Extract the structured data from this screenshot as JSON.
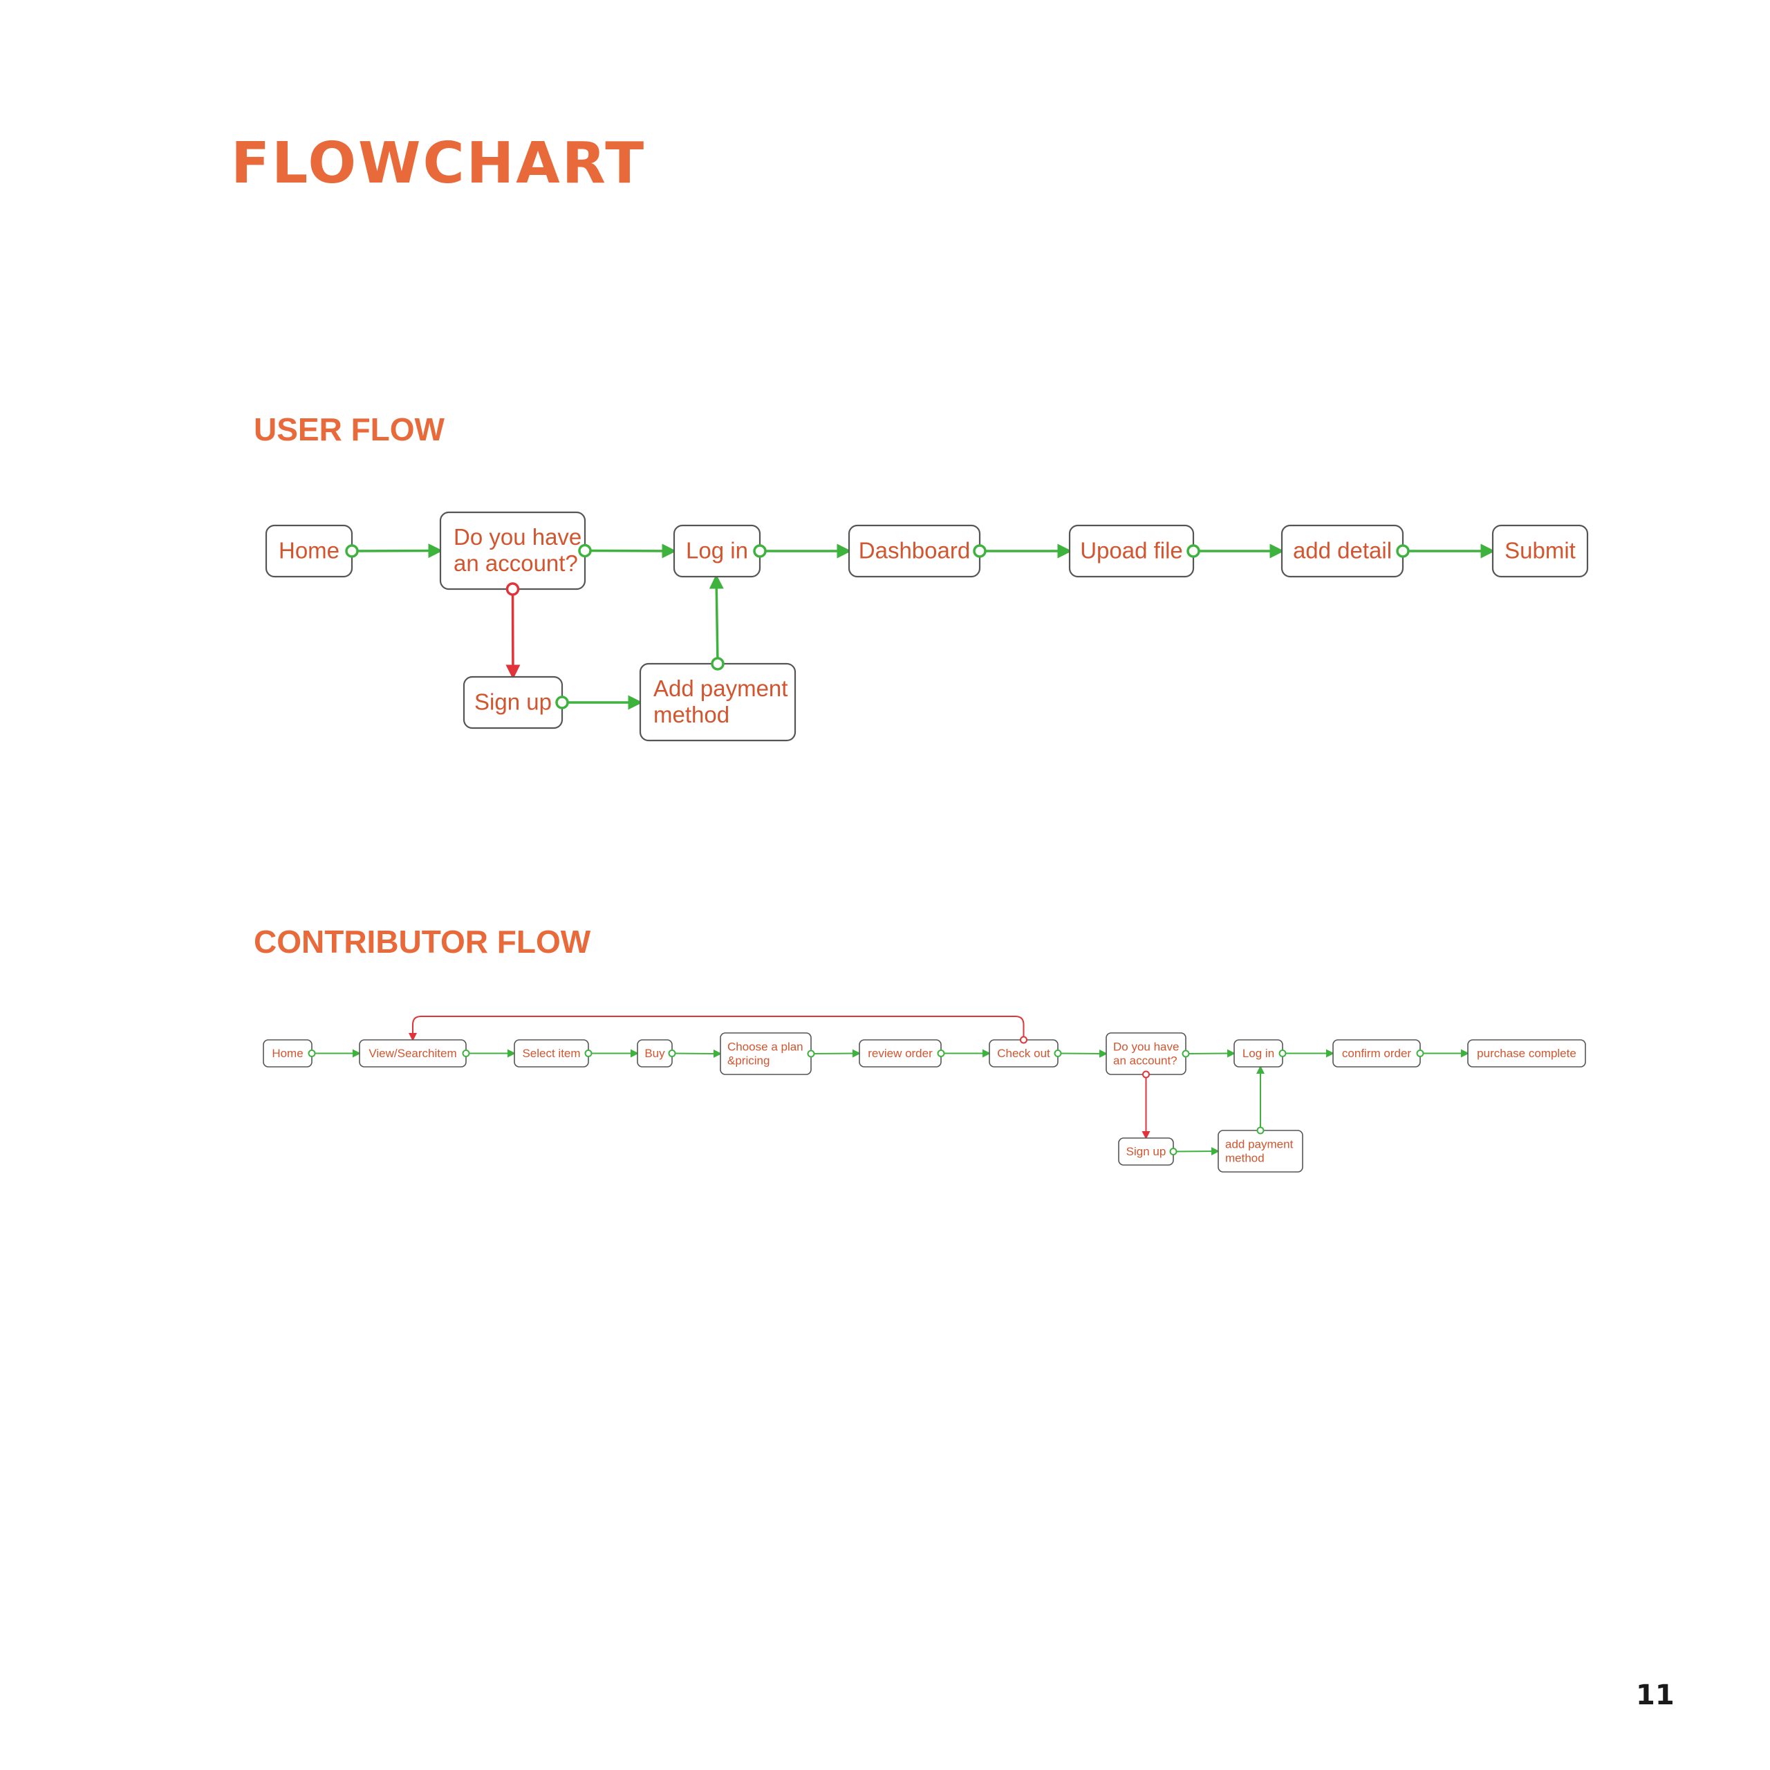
{
  "title": "FLOWCHART",
  "page_number": "11",
  "user_flow": {
    "heading": "USER FLOW",
    "nodes": {
      "home": [
        "Home"
      ],
      "account": [
        "Do you have",
        "an account?"
      ],
      "login": [
        "Log in"
      ],
      "dashboard": [
        "Dashboard"
      ],
      "upload": [
        "Upoad file"
      ],
      "detail": [
        "add detail"
      ],
      "submit": [
        "Submit"
      ],
      "signup": [
        "Sign up"
      ],
      "payment": [
        "Add payment",
        "method"
      ]
    }
  },
  "contributor_flow": {
    "heading": "CONTRIBUTOR FLOW",
    "nodes": {
      "home": [
        "Home"
      ],
      "view": [
        "View/Searchitem"
      ],
      "select": [
        "Select item"
      ],
      "buy": [
        "Buy"
      ],
      "plan": [
        "Choose a plan",
        "&pricing"
      ],
      "review": [
        "review order"
      ],
      "checkout": [
        "Check out"
      ],
      "account": [
        "Do you have",
        "an account?"
      ],
      "login": [
        "Log in"
      ],
      "confirm": [
        "confirm order"
      ],
      "complete": [
        "purchase complete"
      ],
      "signup": [
        "Sign up"
      ],
      "payment": [
        "add payment",
        "method"
      ]
    }
  },
  "colors": {
    "accent": "#e8693a",
    "node_text": "#d2552f",
    "yes_edge": "#3db33d",
    "no_edge": "#e0333a"
  }
}
